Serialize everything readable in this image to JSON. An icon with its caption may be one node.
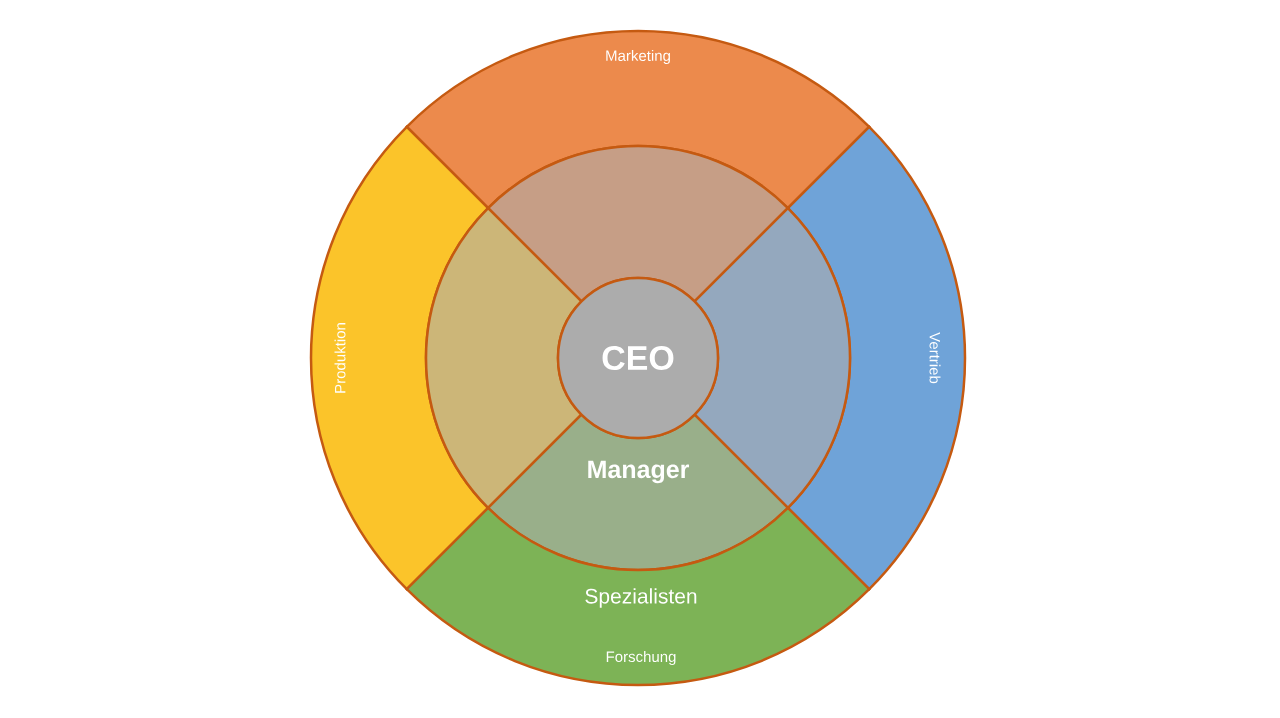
{
  "diagram": {
    "nodes": [
      {
        "text": [
          "Marketing"
        ]
      },
      {
        "text": [
          "Produktion"
        ]
      },
      {
        "text": [
          "Vertrieb"
        ]
      },
      {
        "text": [
          "Manager"
        ]
      },
      {
        "text": [
          "CEO"
        ],
        "in": 3
      },
      {
        "text": [
          "Spezialisten",
          "Forschung"
        ]
      }
    ]
  }
}
